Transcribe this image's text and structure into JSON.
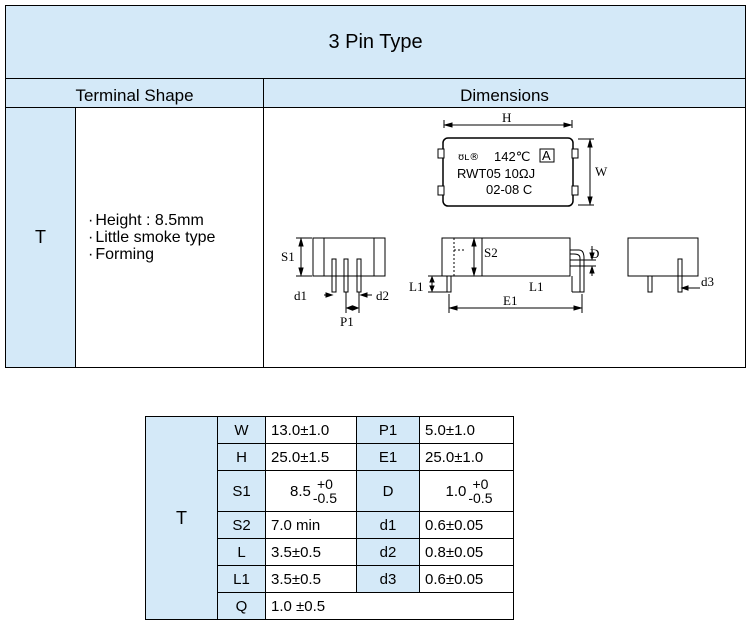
{
  "header": {
    "title": "3 Pin Type",
    "col_terminal": "Terminal Shape",
    "col_dimensions": "Dimensions"
  },
  "row": {
    "code": "T",
    "features": [
      "Height : 8.5mm",
      "Little smoke type",
      "Forming"
    ]
  },
  "drawing": {
    "label_H": "H",
    "label_W": "W",
    "marking_line1": "142℃",
    "marking_A": "A",
    "marking_line2": "RWT05  10ΩJ",
    "marking_line3": "02-08  C",
    "label_S1": "S1",
    "label_d1": "d1",
    "label_d2": "d2",
    "label_P1": "P1",
    "label_S2": "S2",
    "label_L1a": "L1",
    "label_L1b": "L1",
    "label_E1": "E1",
    "label_D": "D",
    "label_d3": "d3"
  },
  "specs": {
    "code": "T",
    "rows": [
      {
        "p1": "W",
        "v1": "13.0±1.0",
        "p2": "P1",
        "v2": "5.0±1.0"
      },
      {
        "p1": "H",
        "v1": "25.0±1.5",
        "p2": "E1",
        "v2": "25.0±1.0"
      },
      {
        "p1": "S1",
        "v1_nom": "8.5",
        "v1_plus": "+0",
        "v1_minus": "-0.5",
        "p2": "D",
        "v2_nom": "1.0",
        "v2_plus": "+0",
        "v2_minus": "-0.5"
      },
      {
        "p1": "S2",
        "v1": "7.0 min",
        "p2": "d1",
        "v2": "0.6±0.05"
      },
      {
        "p1": "L",
        "v1": "3.5±0.5",
        "p2": "d2",
        "v2": "0.8±0.05"
      },
      {
        "p1": "L1",
        "v1": "3.5±0.5",
        "p2": "d3",
        "v2": "0.6±0.05"
      },
      {
        "p1": "Q",
        "v1": "1.0 ±0.5"
      }
    ]
  }
}
